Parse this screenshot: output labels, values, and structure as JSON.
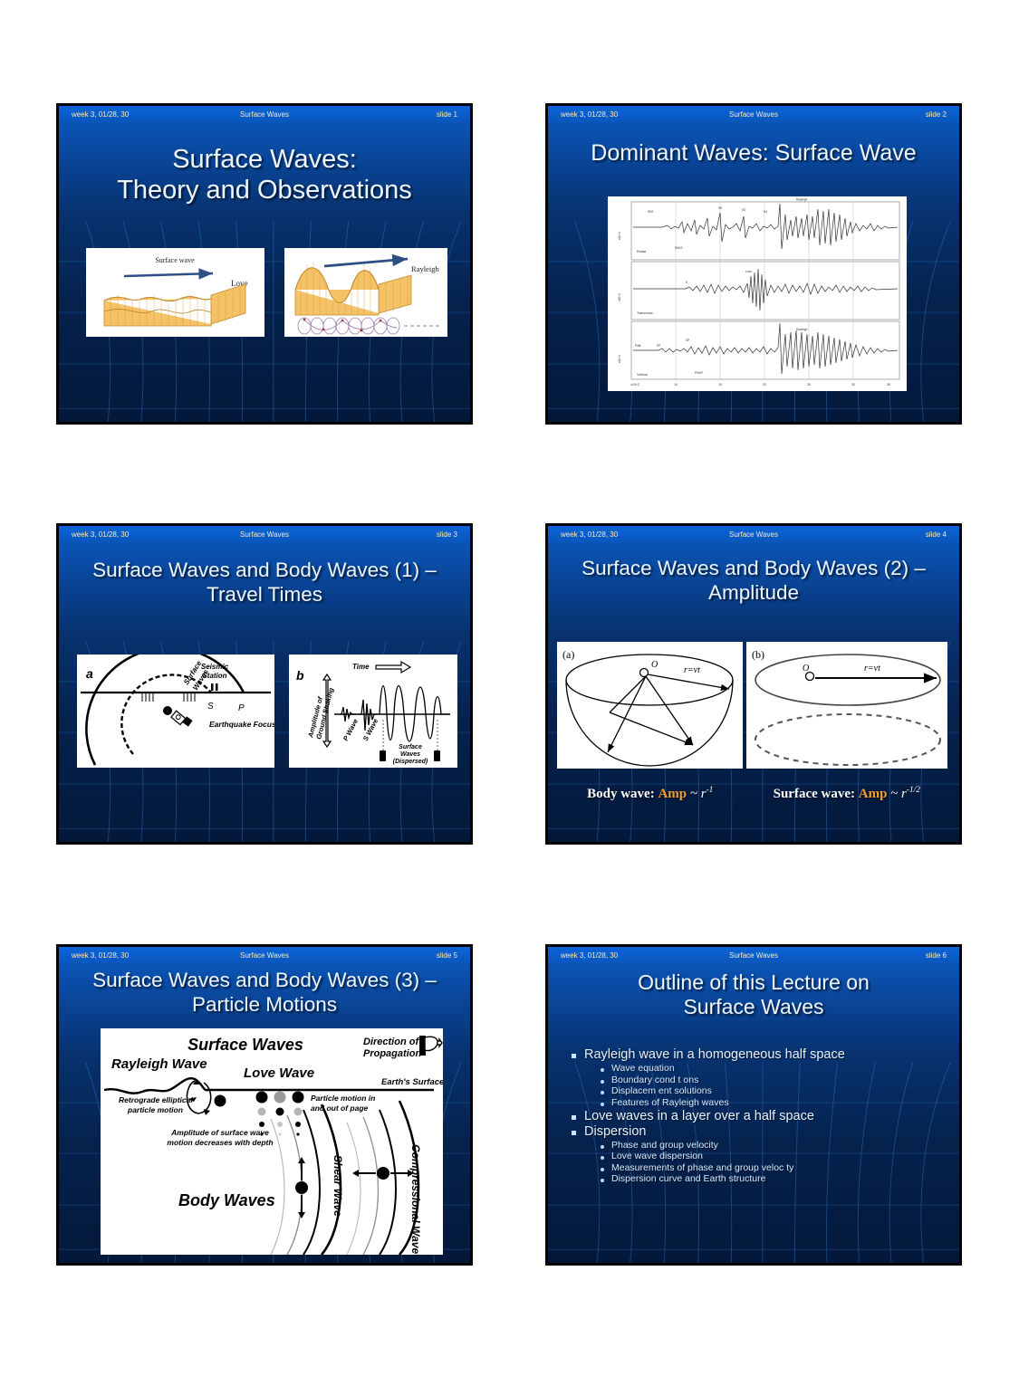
{
  "document": {
    "type": "lecture-slide-handout",
    "course_topic": "Surface Waves",
    "slide_count": 6
  },
  "palette": {
    "header_blue": "#0b5cc4",
    "deep_navy": "#04183a",
    "title_text": "#eef6ff",
    "header_text": "#ffe9b0",
    "accent_orange": "#f0a030",
    "slide_border": "#000000"
  },
  "slides": [
    {
      "header": {
        "left": "week 3, 01/28, 30",
        "center": "Surface Waves",
        "right": "slide 1"
      },
      "title_line1": "Surface Waves:",
      "title_line2": "Theory and Observations",
      "figures": [
        {
          "name": "love-wave-block-diagram",
          "labels": [
            "Surface wave",
            "Love"
          ]
        },
        {
          "name": "rayleigh-wave-block-diagram",
          "labels": [
            "Rayleigh"
          ]
        }
      ]
    },
    {
      "header": {
        "left": "week 3, 01/28, 30",
        "center": "Surface Waves",
        "right": "slide 2"
      },
      "title_line1": "Dominant Waves: Surface Wave",
      "title_line2": "",
      "figures": [
        {
          "name": "three-component-seismogram",
          "panels": [
            "Radial",
            "Transverse",
            "Vertical"
          ],
          "phase_labels": [
            "SKS",
            "SKKS",
            "SS",
            "S3",
            "S4",
            "Love",
            "Rayleigh",
            "PP",
            "PKIKP",
            "Pdiff",
            "SP"
          ],
          "x_axis_ticks": [
            "10",
            "15",
            "20",
            "25",
            "30",
            "35",
            "40",
            "45"
          ],
          "x_axis_unit": "x10+2",
          "y_axis_unit": "x10+4"
        }
      ]
    },
    {
      "header": {
        "left": "week 3, 01/28, 30",
        "center": "Surface Waves",
        "right": "slide 3"
      },
      "title_line1": "Surface Waves and Body Waves (1) –",
      "title_line2": "Travel Times",
      "figures": [
        {
          "name": "wavefront-cross-section",
          "panel_letter": "a",
          "labels": [
            "Surface Waves",
            "Seismic Station",
            "S",
            "P",
            "Earthquake Focus"
          ]
        },
        {
          "name": "seismogram-schematic",
          "panel_letter": "b",
          "labels": [
            "Time",
            "Amplitude of Ground Shaking",
            "P Wave",
            "S Wave",
            "Surface Waves (Dispersed)"
          ]
        }
      ]
    },
    {
      "header": {
        "left": "week 3, 01/28, 30",
        "center": "Surface Waves",
        "right": "slide 4"
      },
      "title_line1": "Surface Waves and Body Waves (2) –",
      "title_line2": "Amplitude",
      "figures": [
        {
          "name": "body-wave-hemisphere-spreading",
          "panel_letter": "(a)",
          "labels": [
            "O",
            "r=vt"
          ]
        },
        {
          "name": "surface-wave-annulus-spreading",
          "panel_letter": "(b)",
          "labels": [
            "O",
            "r=vt"
          ]
        }
      ],
      "caption": {
        "body_label": "Body wave:",
        "body_amp": "Amp",
        "body_rel": "~ r",
        "body_exp": "-1",
        "surface_label": "Surface wave:",
        "surface_amp": "Amp",
        "surface_rel": "~ r",
        "surface_exp": "-1/2"
      }
    },
    {
      "header": {
        "left": "week 3, 01/28, 30",
        "center": "Surface Waves",
        "right": "slide 5"
      },
      "title_line1": "Surface Waves and Body Waves (3) –",
      "title_line2": "Particle Motions",
      "figures": [
        {
          "name": "particle-motion-diagram",
          "labels": [
            "Surface Waves",
            "Direction of Propagation",
            "Rayleigh Wave",
            "Love Wave",
            "Earth's Surface",
            "Retrograde elliptical particle motion",
            "Particle motion in and out of page",
            "Amplitude of surface wave motion decreases with depth",
            "Body Waves",
            "Shear Wave",
            "Compressional Wave"
          ]
        }
      ]
    },
    {
      "header": {
        "left": "week 3, 01/28, 30",
        "center": "Surface Waves",
        "right": "slide 6"
      },
      "title_line1": "Outline of this Lecture on",
      "title_line2": "Surface Waves",
      "outline": [
        {
          "text": "Rayleigh wave in a homogeneous half space",
          "sub": [
            "Wave equation",
            "Boundary cond t ons",
            "Displacem ent solutions",
            "Features of Rayleigh waves"
          ]
        },
        {
          "text": "Love waves in a layer over a half space",
          "sub": []
        },
        {
          "text": "Dispersion",
          "sub": [
            "Phase and group velocity",
            "Love wave dispersion",
            "Measurements of phase and group veloc ty",
            "Dispersion curve and Earth structure"
          ]
        }
      ]
    }
  ]
}
